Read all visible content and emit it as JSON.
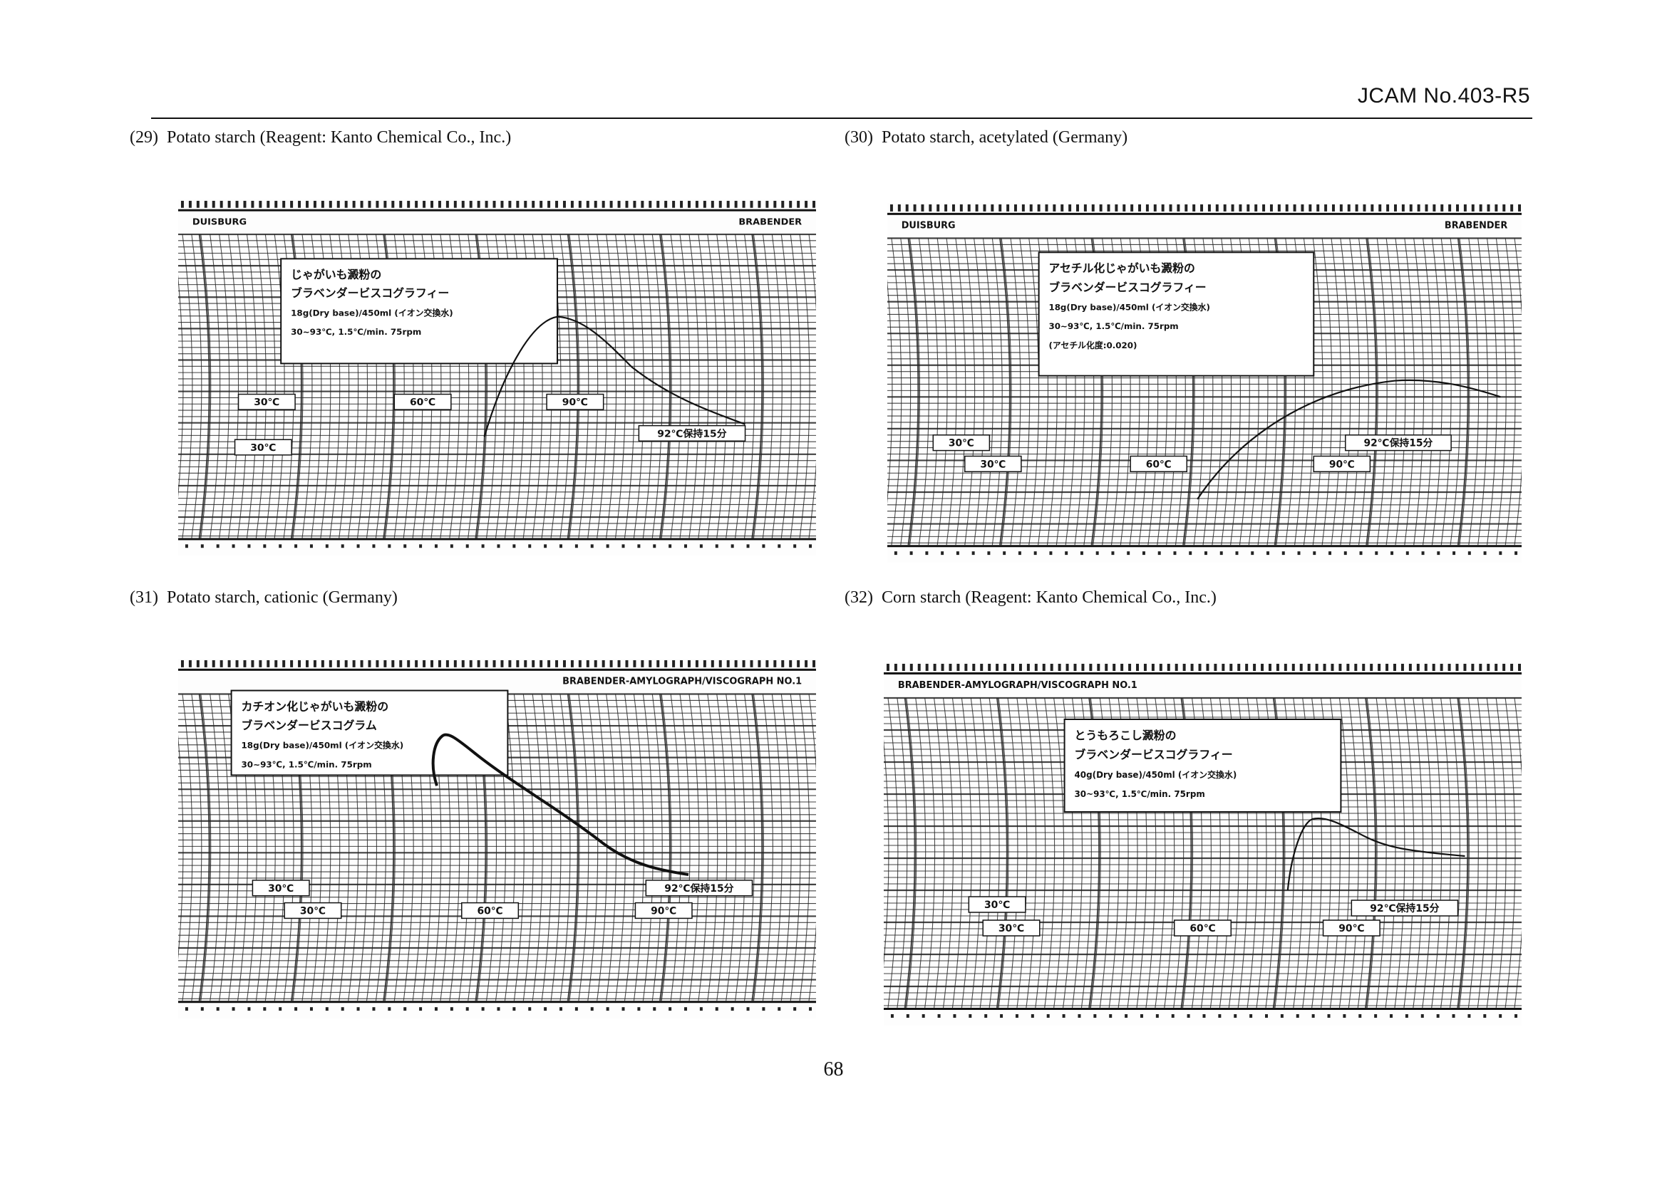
{
  "header": {
    "document_code": "JCAM  No.403-R5"
  },
  "figures": [
    {
      "number": "(29)",
      "caption": "Potato starch (Reagent: Kanto Chemical Co., Inc.)",
      "chart_header_left": "DUISBURG",
      "chart_header_right": "BRABENDER",
      "info_lines": [
        "じゃがいも澱粉の",
        "ブラベンダービスコグラフィー",
        "18g(Dry base)/450ml (イオン交換水)",
        "30~93℃, 1.5℃/min. 75rpm"
      ],
      "temp_labels": [
        "30℃",
        "60℃",
        "90℃",
        "30℃",
        "92℃保持15分"
      ]
    },
    {
      "number": "(30)",
      "caption": "Potato starch, acetylated (Germany)",
      "chart_header_left": "DUISBURG",
      "chart_header_right": "BRABENDER",
      "info_lines": [
        "アセチル化じゃがいも澱粉の",
        "ブラベンダービスコグラフィー",
        "18g(Dry base)/450ml (イオン交換水)",
        "30~93℃, 1.5℃/min. 75rpm",
        "(アセチル化度:0.020)"
      ],
      "temp_labels": [
        "30℃",
        "30℃",
        "60℃",
        "90℃",
        "92℃保持15分"
      ]
    },
    {
      "number": "(31)",
      "caption": "Potato starch, cationic (Germany)",
      "chart_header_left": "",
      "chart_header_right": "BRABENDER-AMYLOGRAPH/VISCOGRAPH NO.1",
      "info_lines": [
        "カチオン化じゃがいも澱粉の",
        "ブラベンダービスコグラム",
        "18g(Dry base)/450ml (イオン交換水)",
        "30~93℃, 1.5℃/min. 75rpm"
      ],
      "temp_labels": [
        "30℃",
        "30℃",
        "60℃",
        "90℃",
        "92℃保持15分"
      ]
    },
    {
      "number": "(32)",
      "caption": "Corn starch (Reagent: Kanto Chemical Co., Inc.)",
      "chart_header_left": "BRABENDER-AMYLOGRAPH/VISCOGRAPH NO.1",
      "chart_header_right": "",
      "info_lines": [
        "とうもろこし澱粉の",
        "ブラベンダービスコグラフィー",
        "40g(Dry base)/450ml (イオン交換水)",
        "30~93℃, 1.5℃/min. 75rpm"
      ],
      "temp_labels": [
        "30℃",
        "30℃",
        "60℃",
        "90℃",
        "92℃保持15分"
      ]
    }
  ],
  "page_number": "68"
}
